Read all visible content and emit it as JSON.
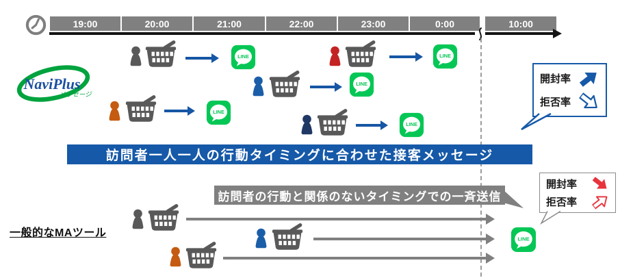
{
  "timeline": {
    "times": [
      "19:00",
      "20:00",
      "21:00",
      "22:00",
      "23:00",
      "0:00",
      "10:00"
    ]
  },
  "line_app": {
    "label": "LINE"
  },
  "naviplus_section": {
    "logo": {
      "name": "NaviPlus",
      "sub": "メッセージ"
    },
    "banner": "訪問者一人一人の行動タイミングに合わせた接客メッセージ",
    "result_bubble": {
      "open_rate_label": "開封率",
      "open_rate_trend": "up",
      "reject_rate_label": "拒否率",
      "reject_rate_trend": "down"
    }
  },
  "ma_section": {
    "label": "一般的なMAツール",
    "banner": "訪問者の行動と関係のないタイミングでの一斉送信",
    "result_bubble": {
      "open_rate_label": "開封率",
      "open_rate_trend": "down",
      "reject_rate_label": "拒否率",
      "reject_rate_trend": "up"
    }
  },
  "colors": {
    "banner_blue": "#1659A8",
    "arrow_blue": "#1656A4",
    "line_green": "#06C755",
    "timeline_gray": "#808080",
    "basket_gray": "#595959",
    "person_gray": "#595959",
    "person_red": "#C42323",
    "person_blue": "#1B5EA8",
    "person_orange": "#C55A11",
    "person_navy": "#203864",
    "bubble_arrow_red": "#E8333D",
    "axis_black": "#141414"
  }
}
